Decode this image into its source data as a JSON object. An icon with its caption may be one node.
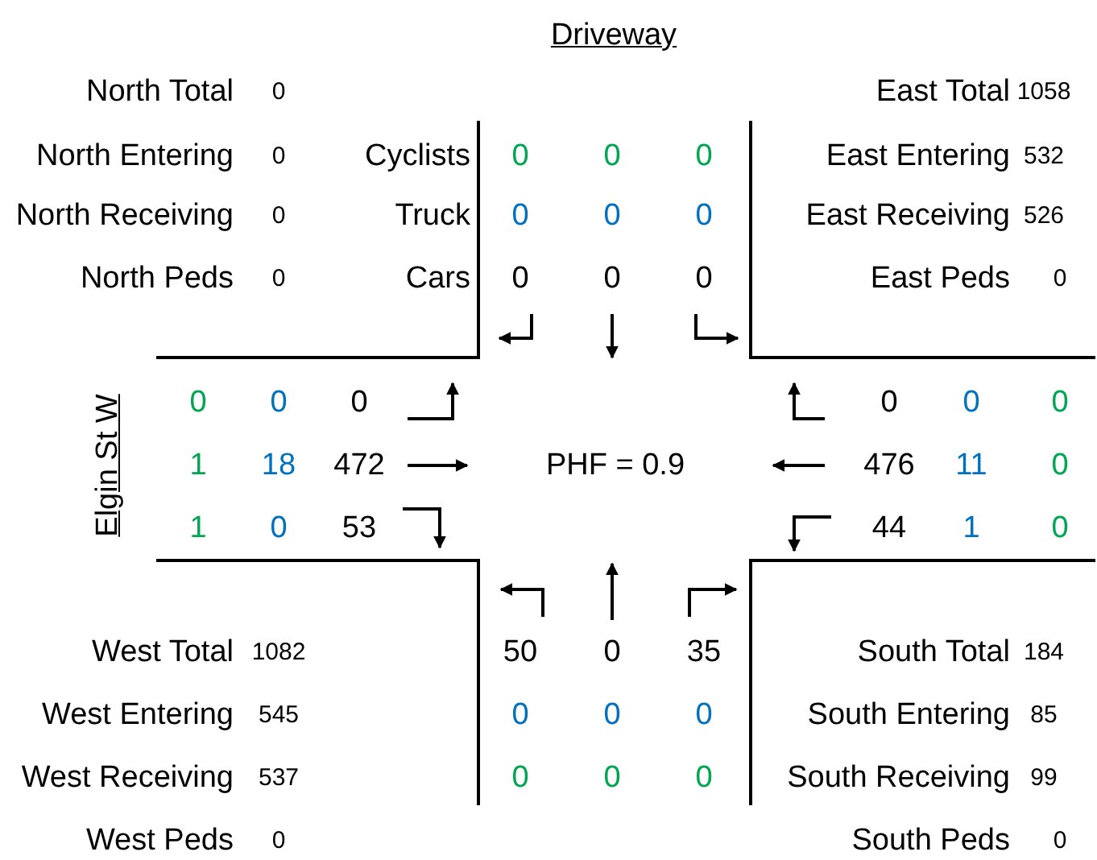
{
  "diagram": {
    "title": "Driveway",
    "labels": [
      "North Total",
      "0",
      "East Total",
      "1058",
      "North Entering",
      "0",
      "Cyclists",
      "0",
      "0",
      "0",
      "East Entering",
      "532",
      "North Receiving",
      "0",
      "Truck",
      "0",
      "0",
      "0",
      "East Receiving",
      "526",
      "North Peds",
      "0",
      "Cars",
      "0",
      "0",
      "0",
      "East Peds",
      "0",
      "Elgin St W",
      "0",
      "0",
      "0",
      "0",
      "0",
      "0",
      "1",
      "18",
      "472",
      "PHF = 0.9",
      "476",
      "11",
      "0",
      "1",
      "0",
      "53",
      "44",
      "1",
      "0",
      "West Total",
      "1082",
      "50",
      "0",
      "35",
      "South Total",
      "184",
      "West Entering",
      "545",
      "0",
      "0",
      "0",
      "South Entering",
      "85",
      "West Receiving",
      "537",
      "0",
      "0",
      "0",
      "South Receiving",
      "99",
      "West Peds",
      "0",
      "South Peds",
      "0"
    ]
  }
}
